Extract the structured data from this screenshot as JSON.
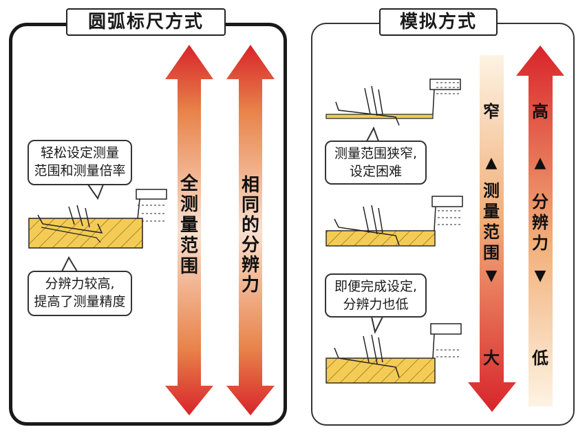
{
  "left_panel": {
    "title": "圆弧标尺方式",
    "arrow_full_range": [
      "全",
      "测",
      "量",
      "范",
      "围"
    ],
    "arrow_same_resolution": [
      "相",
      "同",
      "的",
      "分",
      "辨",
      "力"
    ],
    "bubble_top": [
      "轻松设定测量",
      "范围和测量倍率"
    ],
    "bubble_bottom": [
      "分辨力较高,",
      "提高了测量精度"
    ]
  },
  "right_panel": {
    "title": "模拟方式",
    "range_column": {
      "top": "窄",
      "up_marker": "▲",
      "label": [
        "测",
        "量",
        "范",
        "围"
      ],
      "down_marker": "▼",
      "bottom": "大"
    },
    "resolution_column": {
      "top": "高",
      "up_marker": "▲",
      "label": [
        "分",
        "辨",
        "力"
      ],
      "down_marker": "▼",
      "bottom": "低"
    },
    "bubble_top": [
      "测量范围狭窄,",
      "设定困难"
    ],
    "bubble_bottom": [
      "即便完成设定,",
      "分辨力也低"
    ]
  },
  "colors": {
    "arrow_tip": "#d8242a",
    "arrow_mid": "#e8834a",
    "arrow_pale": "#fbe8d0",
    "workpiece": "#f4cc55",
    "outline": "#1a1a1a"
  }
}
